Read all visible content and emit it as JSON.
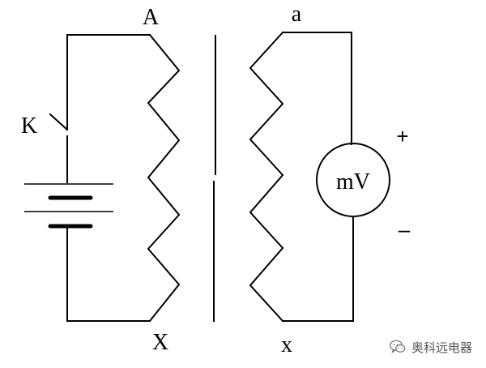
{
  "labels": {
    "primary_top": "A",
    "primary_bottom": "X",
    "secondary_top": "a",
    "secondary_bottom": "x",
    "switch": "K",
    "meter": "mV",
    "plus": "+",
    "minus": "–"
  },
  "watermark": {
    "text": "奥科远电器",
    "icon": "wechat-icon"
  },
  "colors": {
    "ink": "#000000",
    "background": "#ffffff",
    "watermark": "#555555"
  }
}
